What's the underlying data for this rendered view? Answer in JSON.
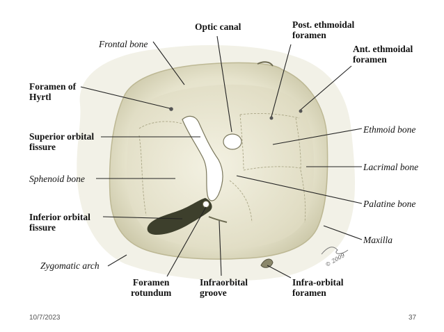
{
  "labels": {
    "optic_canal": "Optic canal",
    "post_ethmoidal": [
      "Post. ethmoidal",
      "foramen"
    ],
    "frontal_bone": "Frontal bone",
    "ant_ethmoidal": [
      "Ant. ethmoidal",
      "foramen"
    ],
    "foramen_hyrtl": [
      "Foramen of",
      "Hyrtl"
    ],
    "superior_orbital": [
      "Superior orbital",
      "fissure"
    ],
    "ethmoid_bone": "Ethmoid bone",
    "lacrimal_bone": "Lacrimal bone",
    "sphenoid_bone": "Sphenoid bone",
    "palatine_bone": "Palatine bone",
    "inferior_orbital": [
      "Inferior orbital",
      "fissure"
    ],
    "maxilla": "Maxilla",
    "zygomatic_arch": "Zygomatic arch",
    "foramen_rotundum": [
      "Foramen",
      "rotundum"
    ],
    "infraorbital_groove": [
      "Infraorbital",
      "groove"
    ],
    "infra_orbital_foramen": [
      "Infra-orbital",
      "foramen"
    ]
  },
  "signature": "© 2009",
  "footer": {
    "date": "10/7/2023",
    "page": "37"
  },
  "colors": {
    "bone_fill": "#ebe8d6",
    "bone_shadow": "#c7c3a2",
    "fissure": "#3d3f2c",
    "leader": "#222222"
  }
}
